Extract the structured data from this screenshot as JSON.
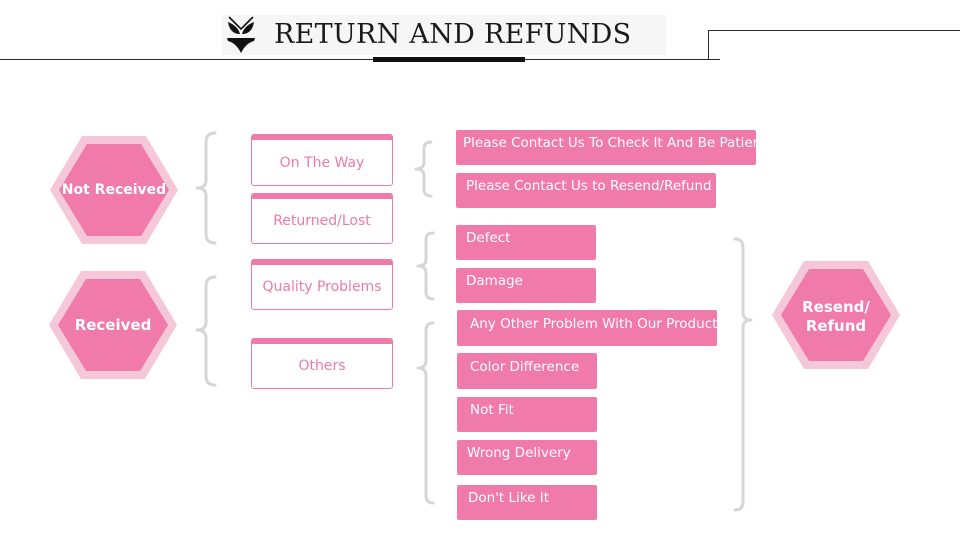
{
  "header": {
    "title": "RETURN AND REFUNDS"
  },
  "colors": {
    "accent_pink": "#f07aaa",
    "hex_border": "#f4c8d8",
    "bracket_gray": "#d6d6d6"
  },
  "left_nodes": [
    {
      "label": "Not Received"
    },
    {
      "label": "Received"
    }
  ],
  "middle_boxes": [
    {
      "label": "On The Way"
    },
    {
      "label": "Returned/Lost"
    },
    {
      "label": "Quality Problems"
    },
    {
      "label": "Others"
    }
  ],
  "right_boxes": [
    {
      "label": "Please Contact Us To Check It And Be Patient"
    },
    {
      "label": "Please Contact Us to Resend/Refund"
    },
    {
      "label": "Defect"
    },
    {
      "label": "Damage"
    },
    {
      "label": "Any Other Problem With Our Products"
    },
    {
      "label": "Color Difference"
    },
    {
      "label": "Not Fit"
    },
    {
      "label": "Wrong Delivery"
    },
    {
      "label": "Don't Like It"
    }
  ],
  "outcome_node": {
    "line1": "Resend/",
    "line2": "Refund"
  }
}
